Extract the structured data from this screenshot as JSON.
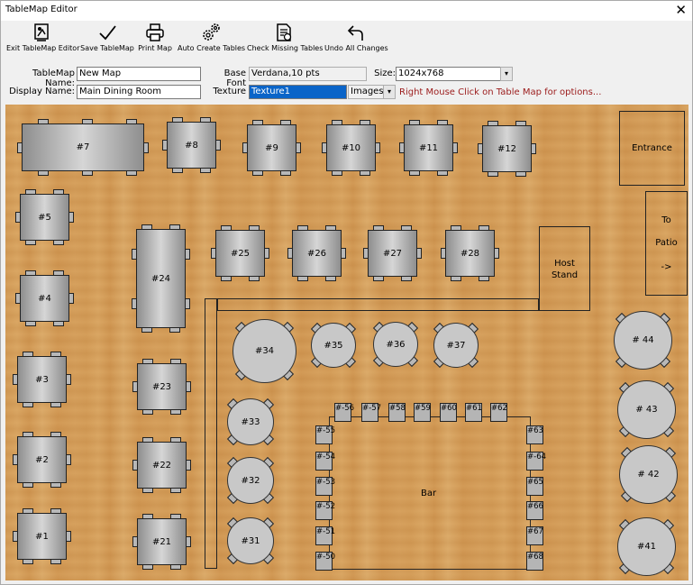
{
  "window": {
    "title": "TableMap Editor",
    "close_glyph": "✕"
  },
  "toolbar": [
    {
      "label": "Exit TableMap Editor",
      "icon": "exit-editor-icon"
    },
    {
      "label": "Save TableMap",
      "icon": "checkmark-icon"
    },
    {
      "label": "Print Map",
      "icon": "printer-icon"
    },
    {
      "label": "Auto Create Tables",
      "icon": "gears-icon"
    },
    {
      "label": "Check Missing Tables",
      "icon": "document-check-icon"
    },
    {
      "label": "Undo All Changes",
      "icon": "undo-arrow-icon"
    }
  ],
  "form": {
    "tablemap_name_label": "TableMap Name:",
    "tablemap_name": "New Map",
    "display_name_label": "Display Name:",
    "display_name": "Main Dining Room",
    "base_font_label": "Base Font",
    "base_font": "Verdana,10 pts",
    "texture_label": "Texture",
    "texture": "Texture1",
    "images_label": "Images",
    "size_label": "Size:",
    "size": "1024x768",
    "hint": "Right Mouse Click on Table Map for options..."
  },
  "rect_tables": [
    {
      "label": "#7",
      "chairs": "top3,bottom3,left1,right1"
    },
    {
      "label": "#8"
    },
    {
      "label": "#9"
    },
    {
      "label": "#10"
    },
    {
      "label": "#11"
    },
    {
      "label": "#12"
    },
    {
      "label": "#5"
    },
    {
      "label": "#4"
    },
    {
      "label": "#3"
    },
    {
      "label": "#2"
    },
    {
      "label": "#1"
    },
    {
      "label": "#24"
    },
    {
      "label": "#23"
    },
    {
      "label": "#22"
    },
    {
      "label": "#21"
    },
    {
      "label": "#25"
    },
    {
      "label": "#26"
    },
    {
      "label": "#27"
    },
    {
      "label": "#28"
    }
  ],
  "round_tables": [
    {
      "label": "#34"
    },
    {
      "label": "#35"
    },
    {
      "label": "#36"
    },
    {
      "label": "#37"
    },
    {
      "label": "#33"
    },
    {
      "label": "#32"
    },
    {
      "label": "#31"
    },
    {
      "label": "# 44"
    },
    {
      "label": "# 43"
    },
    {
      "label": "# 42"
    },
    {
      "label": "#41"
    }
  ],
  "bar": {
    "label": "Bar",
    "seats_top": [
      "#-56",
      "#-57",
      "#58",
      "#59",
      "#60",
      "#61",
      "#62"
    ],
    "seats_left": [
      "#-55",
      "#-54",
      "#-53",
      "#-52",
      "#-51",
      "#-50"
    ],
    "seats_right": [
      "#63",
      "#-64",
      "#65",
      "#66",
      "#67",
      "#68"
    ]
  },
  "areas": {
    "entrance": "Entrance",
    "patio": [
      "To",
      "Patio",
      "->"
    ],
    "host_stand": [
      "Host",
      "Stand"
    ]
  }
}
